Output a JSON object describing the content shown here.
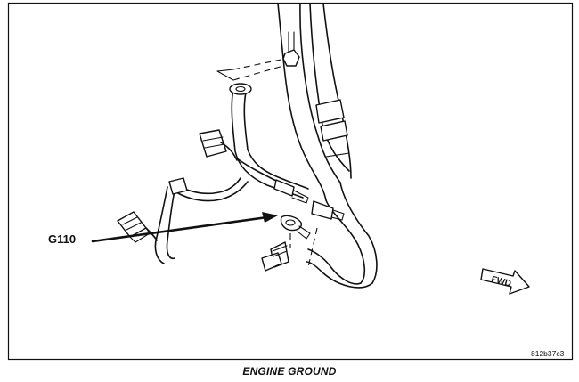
{
  "callout": {
    "label": "G110"
  },
  "direction": {
    "label": "FWD"
  },
  "figure": {
    "code": "812b37c3",
    "caption": "ENGINE GROUND"
  },
  "colors": {
    "line": "#111111",
    "background": "#ffffff"
  }
}
